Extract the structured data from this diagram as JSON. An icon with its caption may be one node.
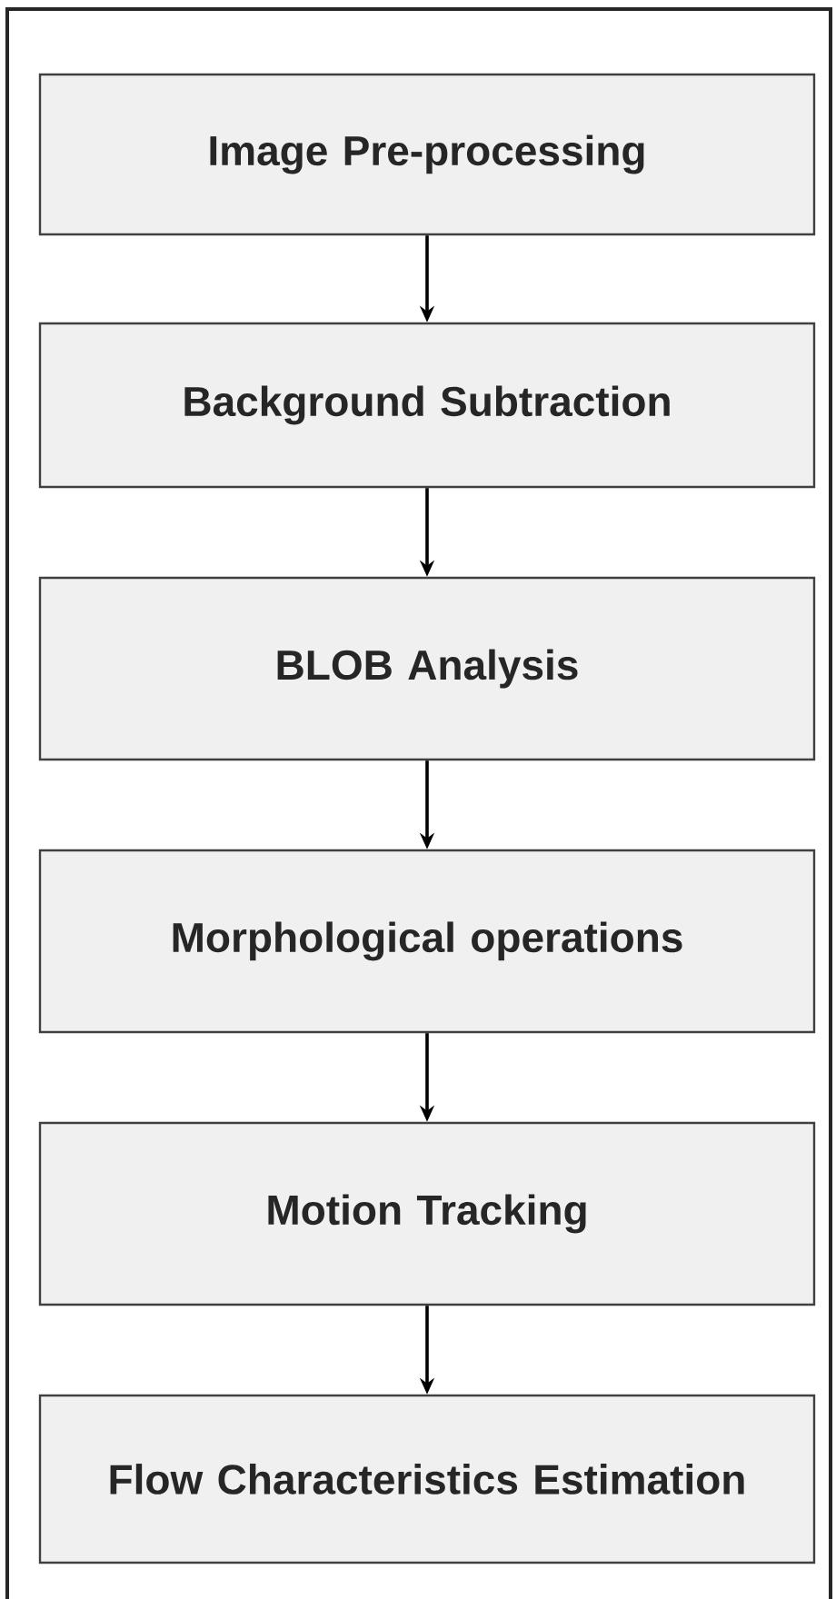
{
  "diagram": {
    "nodes": [
      {
        "text": [
          "Image Pre-processing"
        ]
      },
      {
        "text": [
          "Background Subtraction"
        ]
      },
      {
        "text": [
          "BLOB Analysis"
        ]
      },
      {
        "text": [
          "Morphological operations"
        ]
      },
      {
        "text": [
          "Motion Tracking"
        ]
      },
      {
        "text": [
          "Flow Characteristics Estimation"
        ]
      }
    ],
    "edges": [
      {
        "from": 0,
        "to": 1,
        "arrow": "to"
      },
      {
        "from": 1,
        "to": 2,
        "arrow": "to"
      },
      {
        "from": 2,
        "to": 3,
        "arrow": "to"
      },
      {
        "from": 3,
        "to": 4,
        "arrow": "to"
      },
      {
        "from": 4,
        "to": 5,
        "arrow": "to"
      }
    ]
  }
}
